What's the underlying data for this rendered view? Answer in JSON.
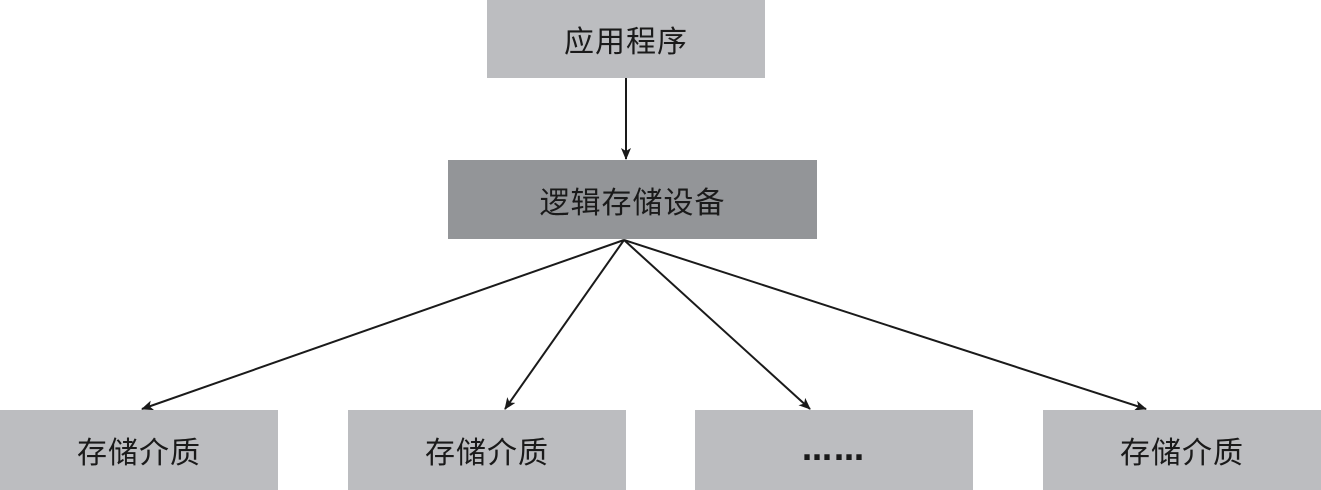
{
  "nodes": {
    "app": "应用程序",
    "logical_device": "逻辑存储设备",
    "media": [
      "存储介质",
      "存储介质",
      "……",
      "存储介质"
    ]
  },
  "edges": [
    {
      "from": "应用程序",
      "to": "逻辑存储设备"
    },
    {
      "from": "逻辑存储设备",
      "to": "存储介质"
    },
    {
      "from": "逻辑存储设备",
      "to": "存储介质"
    },
    {
      "from": "逻辑存储设备",
      "to": "……"
    },
    {
      "from": "逻辑存储设备",
      "to": "存储介质"
    }
  ],
  "colors": {
    "light_box": "#bcbdc0",
    "dark_box": "#939598",
    "arrow": "#1a1a1a"
  }
}
